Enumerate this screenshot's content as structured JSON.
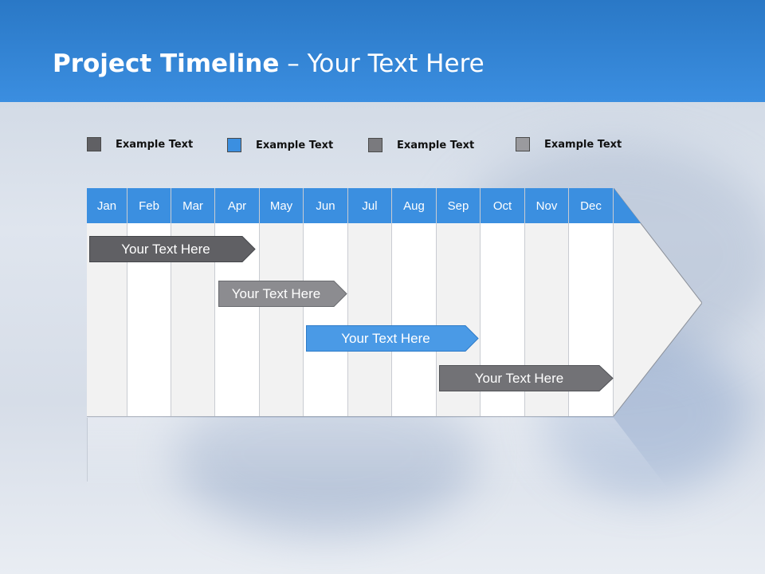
{
  "header": {
    "title_bold": "Project Timeline",
    "title_rest": " – Your Text Here"
  },
  "legend": [
    {
      "label": "Example Text",
      "color": "#606064"
    },
    {
      "label": "Example Text",
      "color": "#3b8fe0"
    },
    {
      "label": "Example Text",
      "color": "#7a7a7e"
    },
    {
      "label": "Example Text",
      "color": "#9a9a9e"
    }
  ],
  "months": [
    "Jan",
    "Feb",
    "Mar",
    "Apr",
    "May",
    "Jun",
    "Jul",
    "Aug",
    "Sep",
    "Oct",
    "Nov",
    "Dec"
  ],
  "tasks": [
    {
      "label": "Your  Text Here",
      "color": "#606064"
    },
    {
      "label": "Your  Text Here",
      "color": "#8c8c90"
    },
    {
      "label": "Your  Text Here",
      "color": "#4a9ae6"
    },
    {
      "label": "Your  Text Here",
      "color": "#727276"
    }
  ],
  "colors": {
    "accent": "#3b8fe0",
    "header": "#2a78c6"
  }
}
